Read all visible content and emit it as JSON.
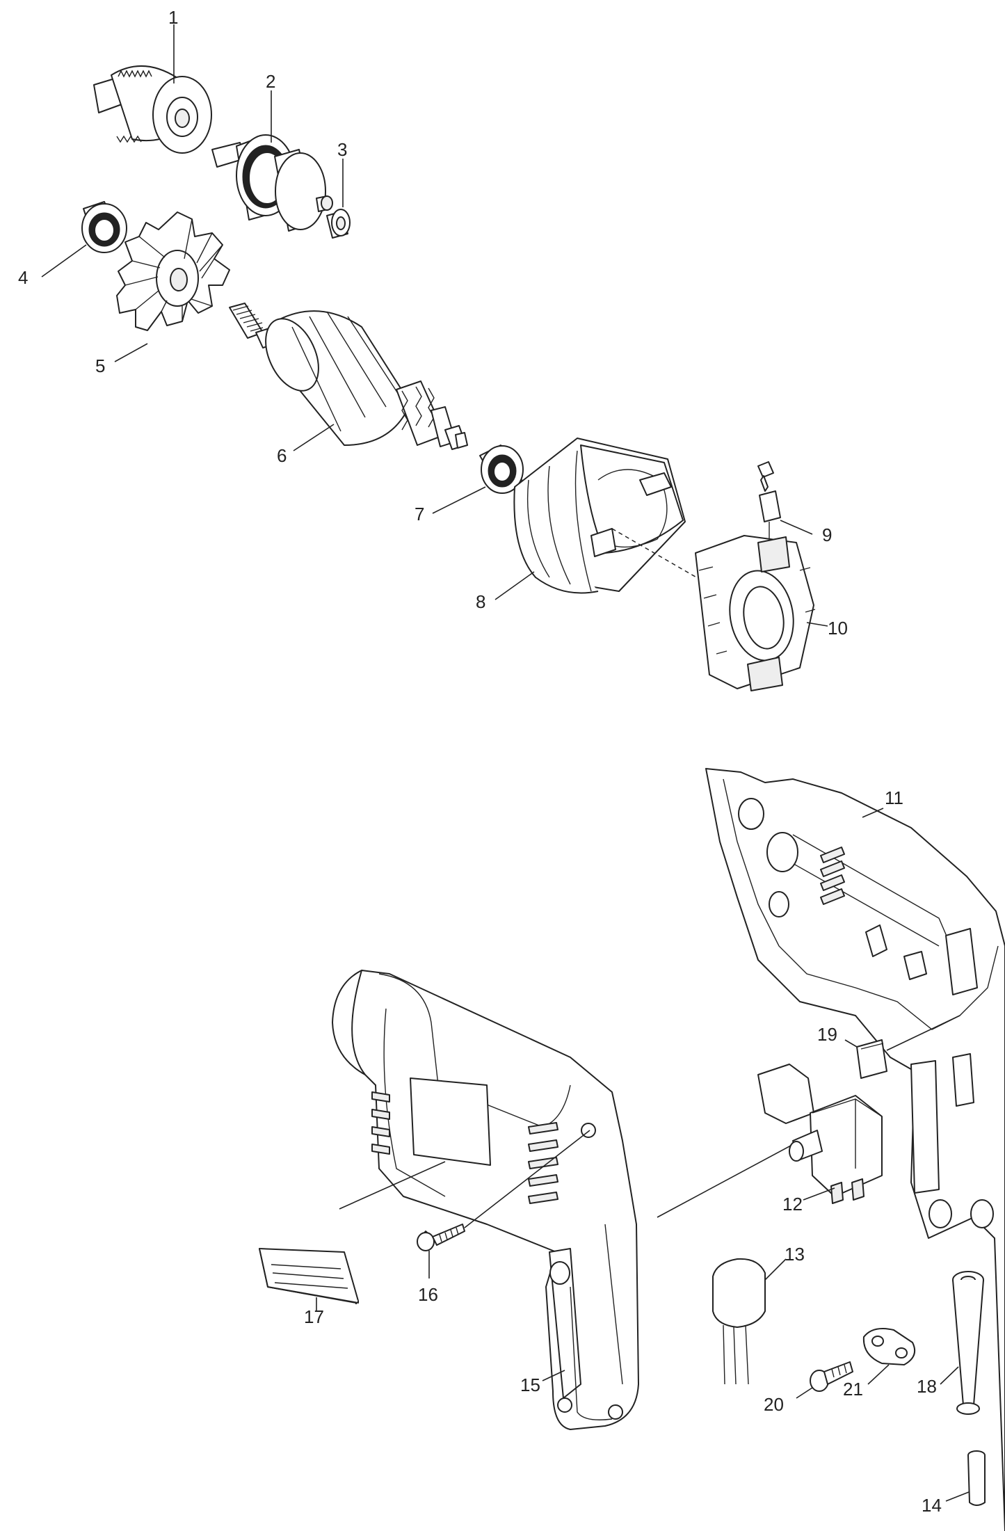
{
  "part_labels": {
    "p1": "1",
    "p2": "2",
    "p3": "3",
    "p4": "4",
    "p5": "5",
    "p6": "6",
    "p7": "7",
    "p8": "8",
    "p9": "9",
    "p10": "10",
    "p11": "11",
    "p12": "12",
    "p13": "13",
    "p14": "14",
    "p15": "15",
    "p16": "16",
    "p17": "17",
    "p18": "18",
    "p19": "19",
    "p20": "20",
    "p21": "21"
  }
}
